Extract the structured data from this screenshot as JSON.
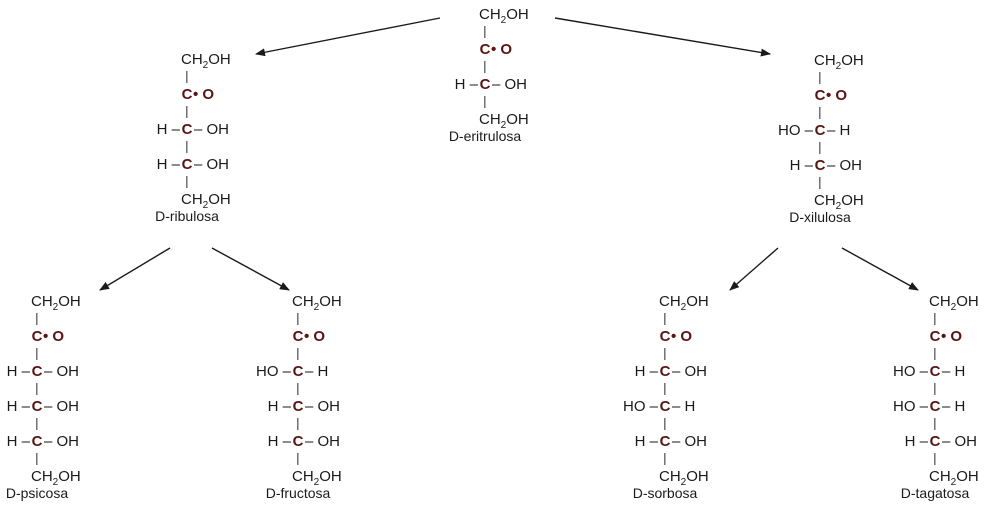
{
  "molecules": [
    {
      "id": "d-eritrulosa",
      "name": "D-eritrulosa",
      "rows": [
        {
          "type": "term",
          "text": "CH",
          "sub": "2",
          "tail": "OH"
        },
        {
          "type": "ketone",
          "c": "C",
          "o": "O"
        },
        {
          "type": "center",
          "left": "H",
          "right": "OH",
          "c": "C"
        },
        {
          "type": "term",
          "text": "CH",
          "sub": "2",
          "tail": "OH"
        }
      ]
    },
    {
      "id": "d-ribulosa",
      "name": "D-ribulosa",
      "rows": [
        {
          "type": "term",
          "text": "CH",
          "sub": "2",
          "tail": "OH"
        },
        {
          "type": "ketone",
          "c": "C",
          "o": "O"
        },
        {
          "type": "center",
          "left": "H",
          "right": "OH",
          "c": "C"
        },
        {
          "type": "center",
          "left": "H",
          "right": "OH",
          "c": "C"
        },
        {
          "type": "term",
          "text": "CH",
          "sub": "2",
          "tail": "OH"
        }
      ]
    },
    {
      "id": "d-xilulosa",
      "name": "D-xilulosa",
      "rows": [
        {
          "type": "term",
          "text": "CH",
          "sub": "2",
          "tail": "OH"
        },
        {
          "type": "ketone",
          "c": "C",
          "o": "O"
        },
        {
          "type": "center",
          "left": "HO",
          "right": "H",
          "c": "C"
        },
        {
          "type": "center",
          "left": "H",
          "right": "OH",
          "c": "C"
        },
        {
          "type": "term",
          "text": "CH",
          "sub": "2",
          "tail": "OH"
        }
      ]
    },
    {
      "id": "d-psicosa",
      "name": "D-psicosa",
      "rows": [
        {
          "type": "term",
          "text": "CH",
          "sub": "2",
          "tail": "OH"
        },
        {
          "type": "ketone",
          "c": "C",
          "o": "O"
        },
        {
          "type": "center",
          "left": "H",
          "right": "OH",
          "c": "C"
        },
        {
          "type": "center",
          "left": "H",
          "right": "OH",
          "c": "C"
        },
        {
          "type": "center",
          "left": "H",
          "right": "OH",
          "c": "C"
        },
        {
          "type": "term",
          "text": "CH",
          "sub": "2",
          "tail": "OH"
        }
      ]
    },
    {
      "id": "d-fructosa",
      "name": "D-fructosa",
      "rows": [
        {
          "type": "term",
          "text": "CH",
          "sub": "2",
          "tail": "OH"
        },
        {
          "type": "ketone",
          "c": "C",
          "o": "O"
        },
        {
          "type": "center",
          "left": "HO",
          "right": "H",
          "c": "C"
        },
        {
          "type": "center",
          "left": "H",
          "right": "OH",
          "c": "C"
        },
        {
          "type": "center",
          "left": "H",
          "right": "OH",
          "c": "C"
        },
        {
          "type": "term",
          "text": "CH",
          "sub": "2",
          "tail": "OH"
        }
      ]
    },
    {
      "id": "d-sorbosa",
      "name": "D-sorbosa",
      "rows": [
        {
          "type": "term",
          "text": "CH",
          "sub": "2",
          "tail": "OH"
        },
        {
          "type": "ketone",
          "c": "C",
          "o": "O"
        },
        {
          "type": "center",
          "left": "H",
          "right": "OH",
          "c": "C"
        },
        {
          "type": "center",
          "left": "HO",
          "right": "H",
          "c": "C"
        },
        {
          "type": "center",
          "left": "H",
          "right": "OH",
          "c": "C"
        },
        {
          "type": "term",
          "text": "CH",
          "sub": "2",
          "tail": "OH"
        }
      ]
    },
    {
      "id": "d-tagatosa",
      "name": "D-tagatosa",
      "rows": [
        {
          "type": "term",
          "text": "CH",
          "sub": "2",
          "tail": "OH"
        },
        {
          "type": "ketone",
          "c": "C",
          "o": "O"
        },
        {
          "type": "center",
          "left": "HO",
          "right": "H",
          "c": "C"
        },
        {
          "type": "center",
          "left": "HO",
          "right": "H",
          "c": "C"
        },
        {
          "type": "center",
          "left": "H",
          "right": "OH",
          "c": "C"
        },
        {
          "type": "term",
          "text": "CH",
          "sub": "2",
          "tail": "OH"
        }
      ]
    }
  ],
  "arrows": [
    {
      "from": "d-eritrulosa",
      "to": "d-ribulosa"
    },
    {
      "from": "d-eritrulosa",
      "to": "d-xilulosa"
    },
    {
      "from": "d-ribulosa",
      "to": "d-psicosa"
    },
    {
      "from": "d-ribulosa",
      "to": "d-fructosa"
    },
    {
      "from": "d-xilulosa",
      "to": "d-sorbosa"
    },
    {
      "from": "d-xilulosa",
      "to": "d-tagatosa"
    }
  ]
}
